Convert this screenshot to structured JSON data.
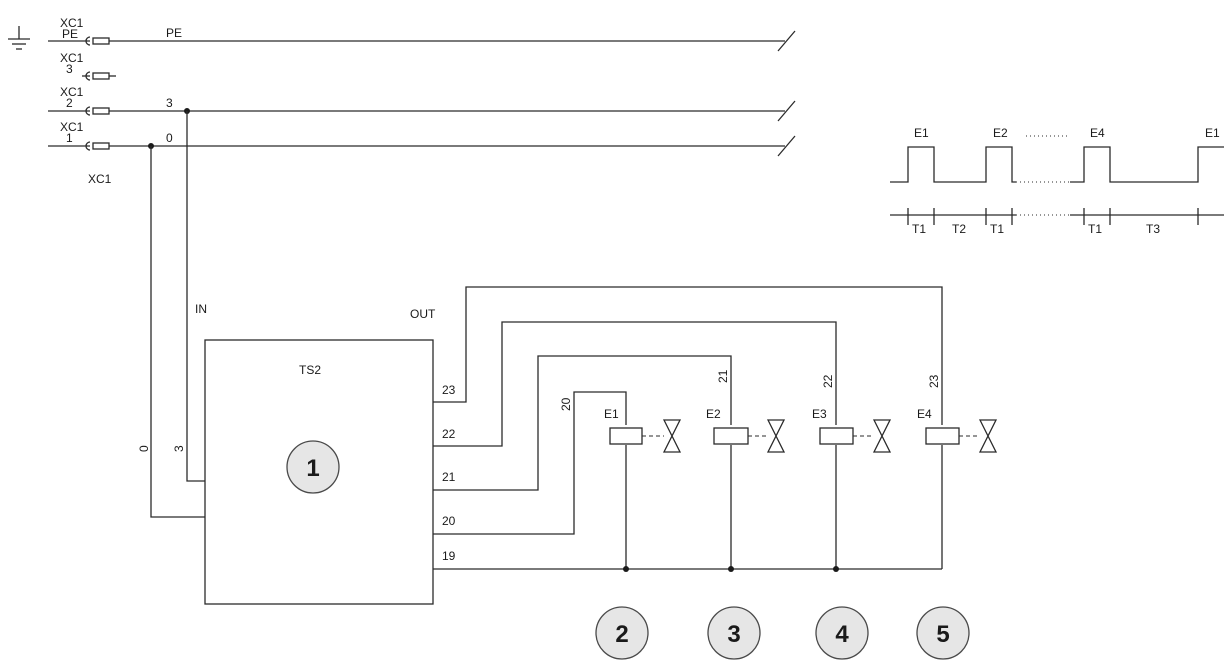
{
  "terminals": [
    {
      "block": "XC1",
      "pin": "PE",
      "wire": "PE"
    },
    {
      "block": "XC1",
      "pin": "3",
      "wire": ""
    },
    {
      "block": "XC1",
      "pin": "2",
      "wire": "3"
    },
    {
      "block": "XC1",
      "pin": "1",
      "wire": "0"
    }
  ],
  "terminal_block_label": "XC1",
  "controller": {
    "name": "TS2",
    "in_label": "IN",
    "out_label": "OUT",
    "number": "1",
    "input_wires": [
      "0",
      "3"
    ],
    "outputs": [
      "23",
      "22",
      "21",
      "20",
      "19"
    ]
  },
  "valves": [
    {
      "name": "E1",
      "wire": "20",
      "number": "2"
    },
    {
      "name": "E2",
      "wire": "21",
      "number": "3"
    },
    {
      "name": "E3",
      "wire": "22",
      "number": "4"
    },
    {
      "name": "E4",
      "wire": "23",
      "number": "5"
    }
  ],
  "timing": {
    "pulses": [
      "E1",
      "E2",
      "E4",
      "E1"
    ],
    "ellipsis": ".......",
    "intervals": [
      "T1",
      "T2",
      "T1",
      "T1",
      "T3"
    ]
  },
  "colors": {
    "line": "#2b2b2b",
    "badge_fill": "#e6e6e6"
  },
  "icons": [
    "ground-icon",
    "terminal-icon",
    "coil-icon",
    "valve-icon"
  ]
}
